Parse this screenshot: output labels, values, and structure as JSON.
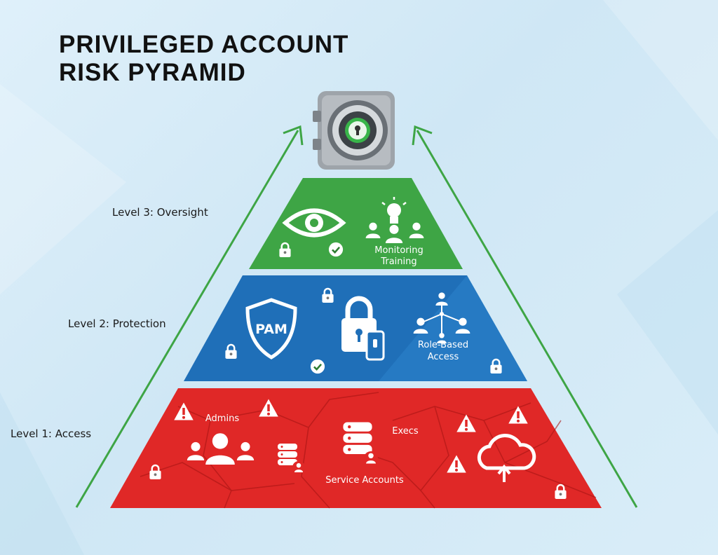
{
  "title": {
    "line1": "PRIVILEGED ACCOUNT",
    "line2": "RISK PYRAMID"
  },
  "levels": {
    "oversight": "Level 3: Oversight",
    "protection": "Level 2: Protection",
    "access": "Level 1: Access"
  },
  "tier_top": {
    "monitoring": "Monitoring",
    "training": "Training"
  },
  "tier_middle": {
    "pam": "PAM",
    "role_based_line1": "Role-Based",
    "role_based_line2": "Access"
  },
  "tier_bottom": {
    "admins": "Admins",
    "execs": "Execs",
    "service_accounts": "Service Accounts"
  },
  "colors": {
    "top_tier": "#3ea545",
    "middle_tier": "#1f6fb8",
    "bottom_tier": "#e02827",
    "arrow": "#3ea545"
  },
  "icons": {
    "vault": "vault-icon",
    "eye": "eye-icon",
    "lightbulb_team": "lightbulb-team-icon",
    "shield": "shield-icon",
    "padlock": "padlock-icon",
    "phone": "phone-icon",
    "org_chart": "org-chart-icon",
    "users": "users-icon",
    "database": "database-icon",
    "cloud_upload": "cloud-upload-icon",
    "warning": "warning-icon",
    "check": "check-icon"
  }
}
